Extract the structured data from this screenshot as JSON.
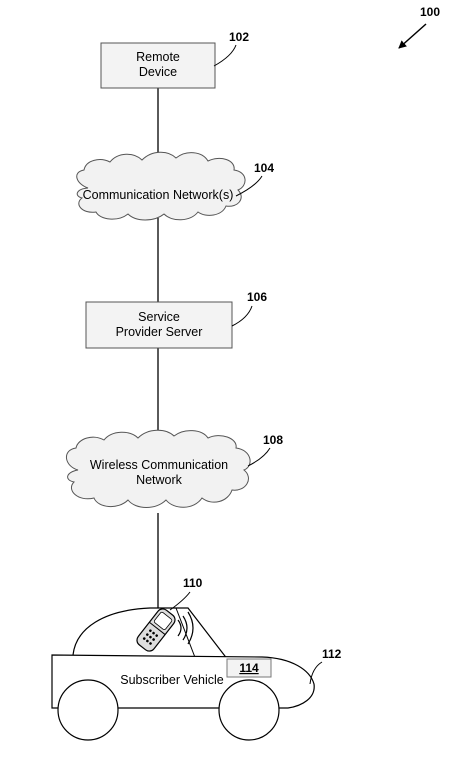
{
  "figure_ref": "100",
  "remote_device": {
    "ref": "102",
    "line1": "Remote",
    "line2": "Device"
  },
  "communication_networks": {
    "ref": "104",
    "label": "Communication Network(s)"
  },
  "service_provider_server": {
    "ref": "106",
    "line1": "Service",
    "line2": "Provider Server"
  },
  "wireless_network": {
    "ref": "108",
    "line1": "Wireless Communication",
    "line2": "Network"
  },
  "mobile_device": {
    "ref": "110"
  },
  "subscriber_vehicle": {
    "ref": "112",
    "label": "Subscriber Vehicle",
    "unit_ref": "114"
  }
}
